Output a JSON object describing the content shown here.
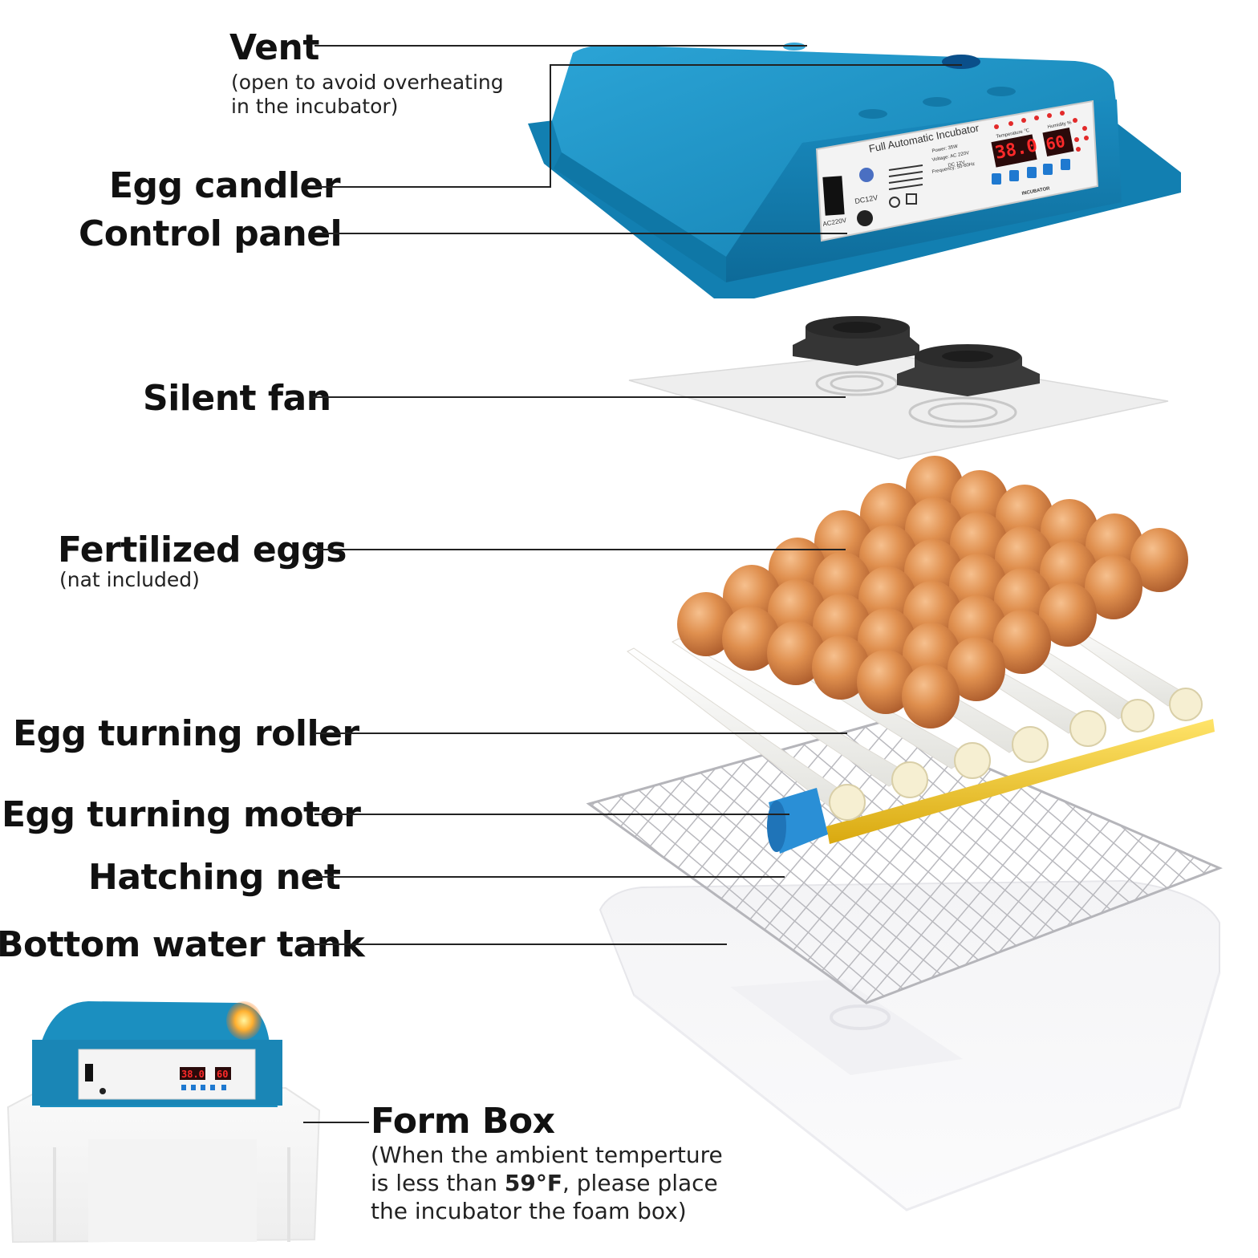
{
  "labels": {
    "vent": "Vent",
    "vent_note_1": "(open to avoid overheating",
    "vent_note_2": "in the incubator)",
    "egg_candler": "Egg candler",
    "control_panel": "Control panel",
    "silent_fan": "Silent fan",
    "fertilized_eggs": "Fertilized eggs",
    "fertilized_eggs_note": "(nat included)",
    "egg_turning_roller": "Egg turning roller",
    "egg_turning_motor": "Egg turning motor",
    "hatching_net": "Hatching net",
    "bottom_water_tank": "Bottom water tank",
    "form_box": "Form Box",
    "form_box_note_1": "(When the ambient temperture",
    "form_box_note_2_pre": "is less than ",
    "form_box_note_2_bold": "59°F",
    "form_box_note_2_post": ", please place",
    "form_box_note_3": "the incubator the foam box)"
  },
  "control_panel_display": {
    "title": "Full Automatic Incubator",
    "power": "Power: 35W",
    "voltage_ac": "Voltage: AC 220V",
    "voltage_dc": "DC 12V",
    "frequency": "Frequency: 50-60Hz",
    "temperature_label": "Temperature ℃",
    "humidity_label": "Humidity %",
    "temperature_value": "38.0",
    "humidity_value": "60",
    "dc_label": "DC12V",
    "ac_label": "AC220V",
    "brand": "INCUBATOR",
    "mini_temperature_value": "38.0",
    "mini_humidity_value": "60"
  },
  "colors": {
    "lid_blue": "#1b8fc0",
    "lid_dark": "#0f6f9c",
    "egg_orange": "#d9884a",
    "roller_white": "#f7f7f4",
    "rail_yellow": "#f0c82a",
    "motor_blue": "#2a8fd6",
    "lcd_red": "#ff2a2a"
  }
}
